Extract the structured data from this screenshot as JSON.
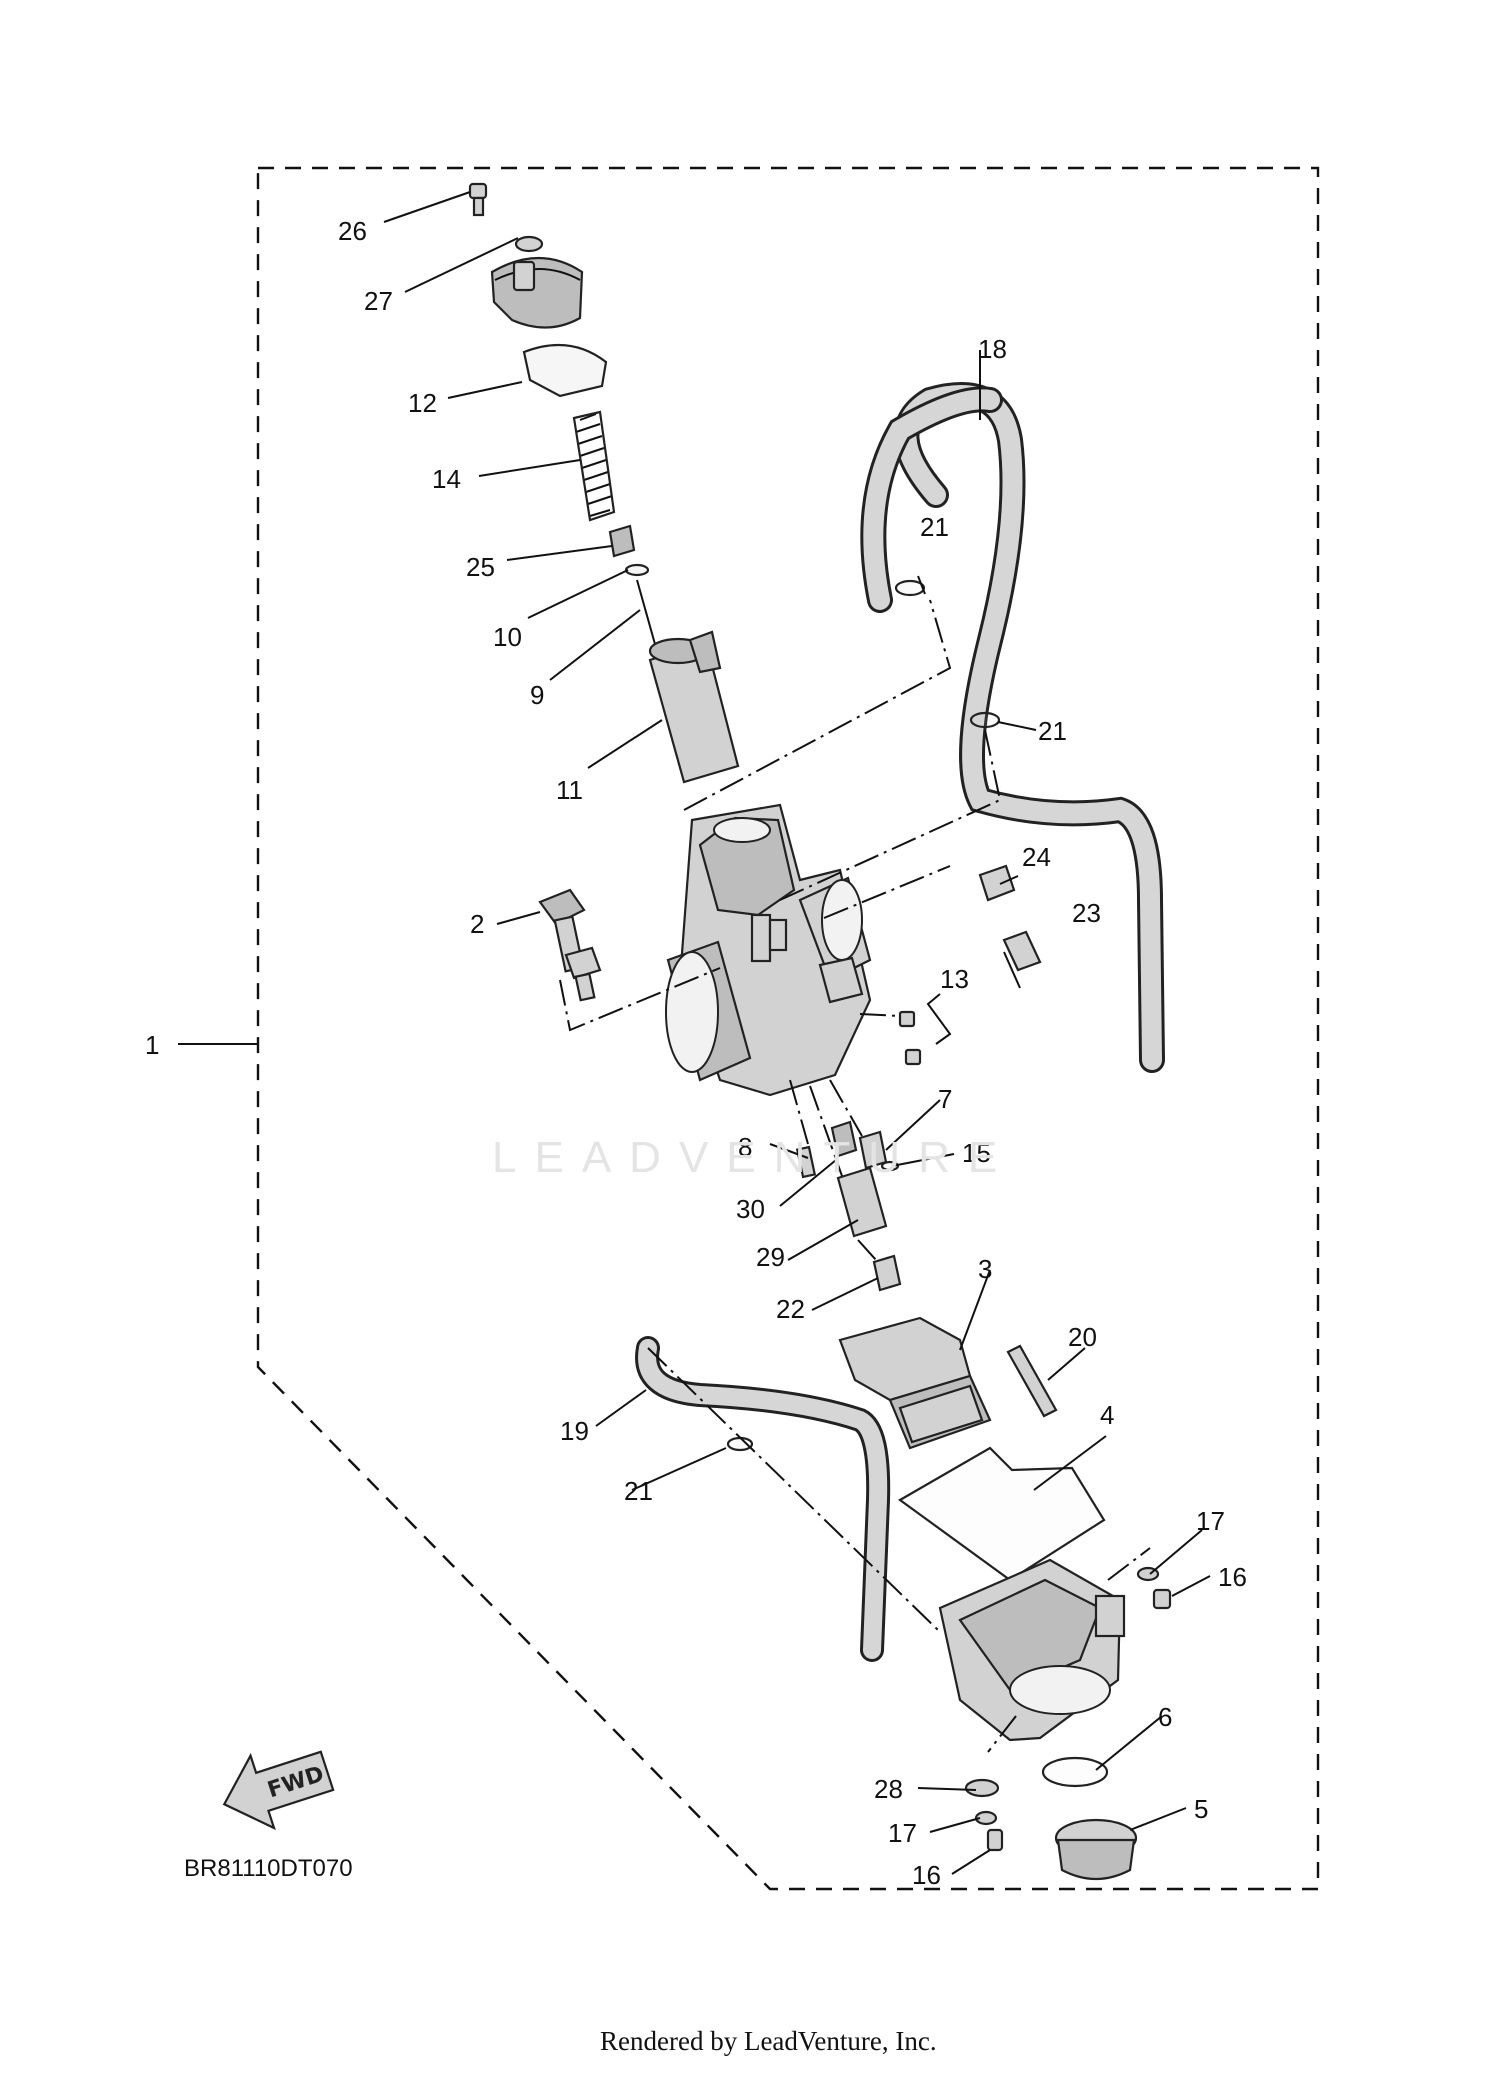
{
  "diagram_code": "BR81110DT070",
  "watermark": "LEADVENTURE",
  "footer": "Rendered by LeadVenture, Inc.",
  "fwd_label": "FWD",
  "callouts": [
    "1",
    "2",
    "3",
    "4",
    "5",
    "6",
    "7",
    "8",
    "9",
    "10",
    "11",
    "12",
    "13",
    "14",
    "15",
    "16",
    "16",
    "17",
    "17",
    "18",
    "19",
    "20",
    "21",
    "21",
    "21",
    "22",
    "23",
    "24",
    "25",
    "26",
    "27",
    "28",
    "29",
    "30"
  ],
  "icons": {
    "fwd_arrow": "fwd-arrow-icon",
    "carburetor": "carburetor-body-icon",
    "float_bowl": "float-bowl-icon"
  }
}
